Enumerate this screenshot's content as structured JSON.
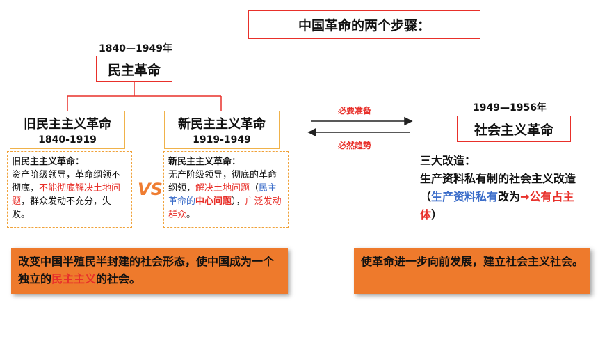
{
  "title": "中国革命的两个步骤：",
  "democratic": {
    "years": "1840—1949年",
    "label": "民主革命"
  },
  "old": {
    "label": "旧民主主义革命",
    "years": "1840-1919",
    "desc_head": "旧民主主义革命：",
    "desc_1": "资产阶级领导，革命纲领不彻底，",
    "desc_2": "不能彻底解决土地问题",
    "desc_3": "，群众发动不充分，失败。"
  },
  "vs": "VS",
  "new": {
    "label": "新民主主义革命",
    "years": "1919-1949",
    "desc_head": "新民主主义革命：",
    "desc_1": "无产阶级领导，彻底的革命纲领，",
    "desc_2": "解决土地问题",
    "desc_3": "（",
    "desc_4": "民主革命的",
    "desc_5": "中心问题",
    "desc_6": "），",
    "desc_7": "广泛发动群众",
    "desc_8": "。"
  },
  "arrows": {
    "top": "必要准备",
    "bottom": "必然趋势"
  },
  "socialist": {
    "years": "1949—1956年",
    "label": "社会主义革命",
    "reform_1": "三大改造：",
    "reform_2": "生产资料私有制的社会主义改造（",
    "reform_3": "生产资料私有",
    "reform_4": "改为",
    "reform_5": "→公有占主体",
    "reform_6": "）"
  },
  "summary_left": {
    "text_1": "改变中国半殖民半封建的社会形态，使中国成为一个独立的",
    "text_2": "民主主义",
    "text_3": "的社会。"
  },
  "summary_right": {
    "text": "使革命进一步向前发展，建立社会主义社会。"
  },
  "colors": {
    "accent_red": "#e8302a",
    "orange": "#ee7a2c",
    "box_border": "#f0b24a",
    "blue": "#3a6cc9"
  }
}
